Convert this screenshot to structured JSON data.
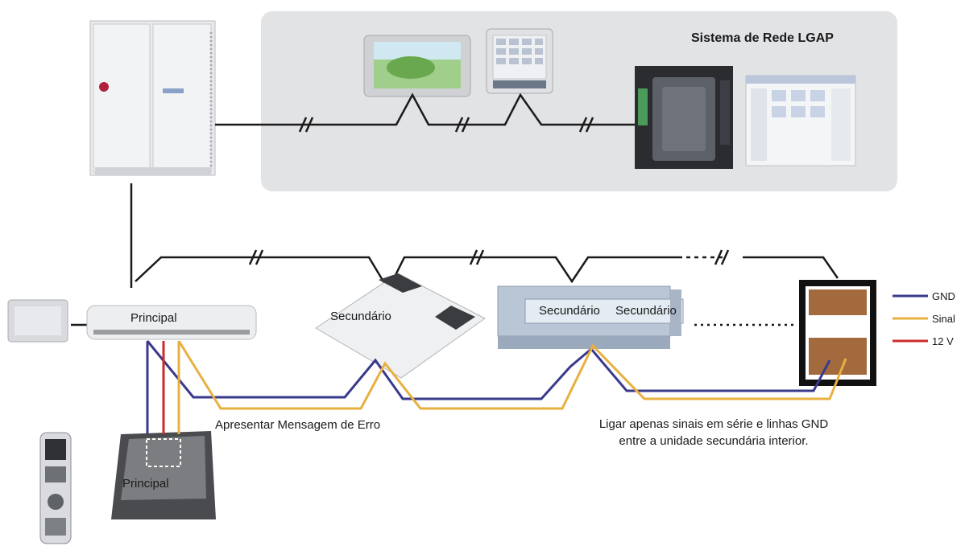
{
  "network_title": "Sistema de Rede LGAP",
  "units": {
    "principal_main": "Principal",
    "secundario_1": "Secundário",
    "secundario_2": "Secundário",
    "secundario_3": "Secundário",
    "principal_controller": "Principal"
  },
  "notes": {
    "error_message": "Apresentar Mensagem de Erro",
    "series_line1": "Ligar apenas sinais em série e linhas GND",
    "series_line2": "entre a unidade secundária interior."
  },
  "legend": [
    {
      "label": "GND",
      "color": "#3a3a8c"
    },
    {
      "label": "Sinal",
      "color": "#e8b040"
    },
    {
      "label": "12 V",
      "color": "#cc2b2b"
    }
  ],
  "colors": {
    "gnd": "#3a3a8c",
    "signal": "#e8b040",
    "power": "#cc2b2b",
    "comm": "#1a1a1a",
    "network_panel": "#e2e3e5"
  }
}
